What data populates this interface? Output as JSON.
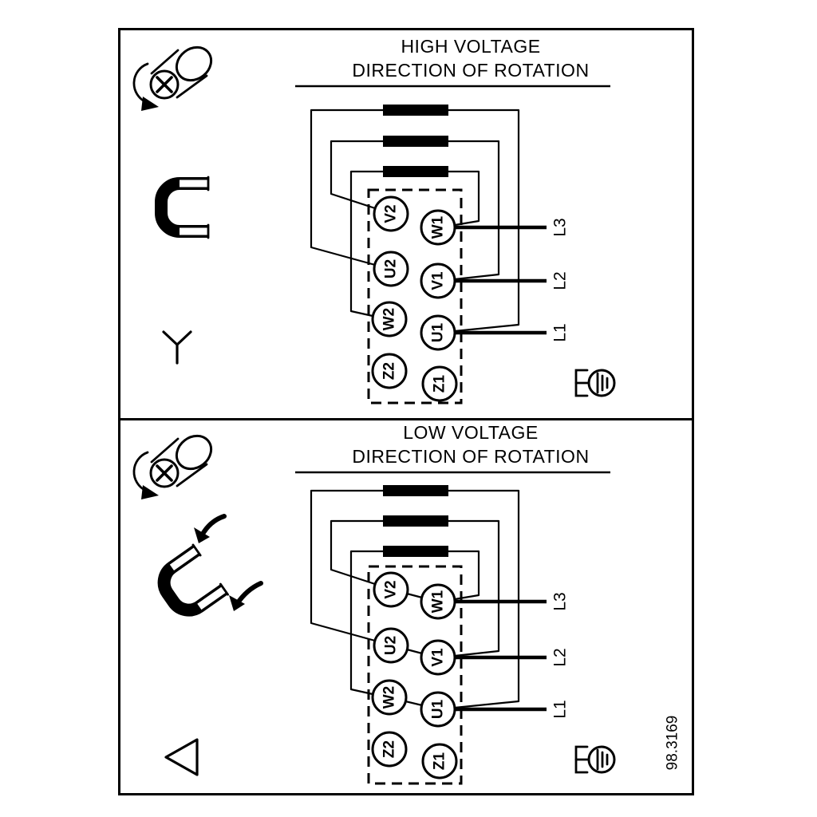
{
  "figure": {
    "ref_number": "98.3169",
    "line_color": "#000000",
    "background_color": "#ffffff"
  },
  "panels": [
    {
      "id": "high-voltage",
      "title_line1": "HIGH VOLTAGE",
      "title_line2": "DIRECTION OF ROTATION",
      "connection": "star",
      "terminals_left": [
        "V2",
        "U2",
        "W2",
        "Z2"
      ],
      "terminals_right": [
        "W1",
        "V1",
        "U1",
        "Z1"
      ],
      "line_labels": [
        "L3",
        "L2",
        "L1"
      ],
      "icons": [
        "screw-rotation-icon",
        "jumper-bracket-icon",
        "star-symbol-icon",
        "earth-terminal-icon"
      ]
    },
    {
      "id": "low-voltage",
      "title_line1": "LOW VOLTAGE",
      "title_line2": "DIRECTION OF ROTATION",
      "connection": "delta",
      "terminals_left": [
        "V2",
        "U2",
        "W2",
        "Z2"
      ],
      "terminals_right": [
        "W1",
        "V1",
        "U1",
        "Z1"
      ],
      "line_labels": [
        "L3",
        "L2",
        "L1"
      ],
      "icons": [
        "screw-rotation-icon",
        "jumper-bracket-arrows-icon",
        "delta-symbol-icon",
        "earth-terminal-icon"
      ]
    }
  ]
}
